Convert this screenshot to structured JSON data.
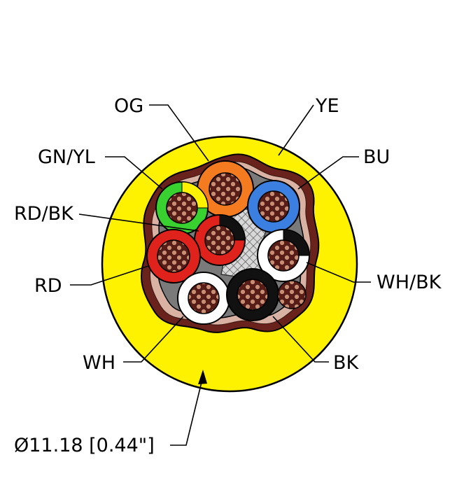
{
  "labels": {
    "og": "OG",
    "ye": "YE",
    "gn_yl": "GN/YL",
    "bu": "BU",
    "rd_bk": "RD/BK",
    "rd": "RD",
    "wh_bk": "WH/BK",
    "wh": "WH",
    "bk": "BK",
    "diameter": "Ø11.18 [0.44\"]"
  },
  "colors": {
    "jacket_yellow": "#fff200",
    "orange": "#f47b20",
    "blue": "#3b7fe0",
    "green": "#39d12f",
    "red": "#e0221c",
    "white": "#ffffff",
    "black": "#111111",
    "copper": "#c98d73",
    "shield": "#7a2a22"
  }
}
